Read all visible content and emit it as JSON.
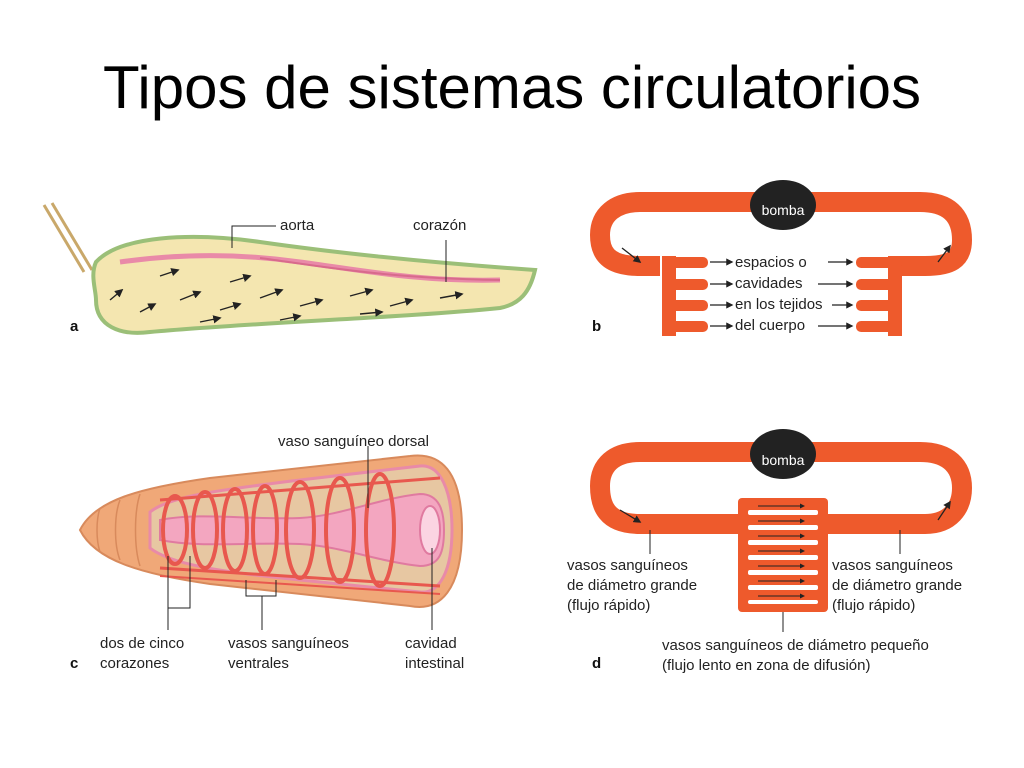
{
  "slide": {
    "title": "Tipos de sistemas circulatorios"
  },
  "panels": {
    "a": {
      "letter": "a",
      "labels": {
        "aorta": "aorta",
        "corazon": "corazón"
      }
    },
    "b": {
      "letter": "b",
      "pump": "bomba",
      "text": [
        "espacios o",
        "cavidades",
        "en los tejidos",
        "del cuerpo"
      ]
    },
    "c": {
      "letter": "c",
      "labels": {
        "dorsal": "vaso sanguíneo dorsal",
        "hearts": [
          "dos de cinco",
          "corazones"
        ],
        "ventral": [
          "vasos sanguíneos",
          "ventrales"
        ],
        "cavity": [
          "cavidad",
          "intestinal"
        ]
      }
    },
    "d": {
      "letter": "d",
      "pump": "bomba",
      "left": [
        "vasos sanguíneos",
        "de diámetro grande",
        "(flujo rápido)"
      ],
      "right": [
        "vasos sanguíneos",
        "de diámetro grande",
        "(flujo rápido)"
      ],
      "bottom": [
        "vasos sanguíneos de diámetro pequeño",
        "(flujo lento en zona de difusión)"
      ]
    }
  },
  "colors": {
    "vessel": "#ee5a2c",
    "body": "#f4e6b0",
    "pink": "#e98aa8",
    "pump": "#222222"
  }
}
